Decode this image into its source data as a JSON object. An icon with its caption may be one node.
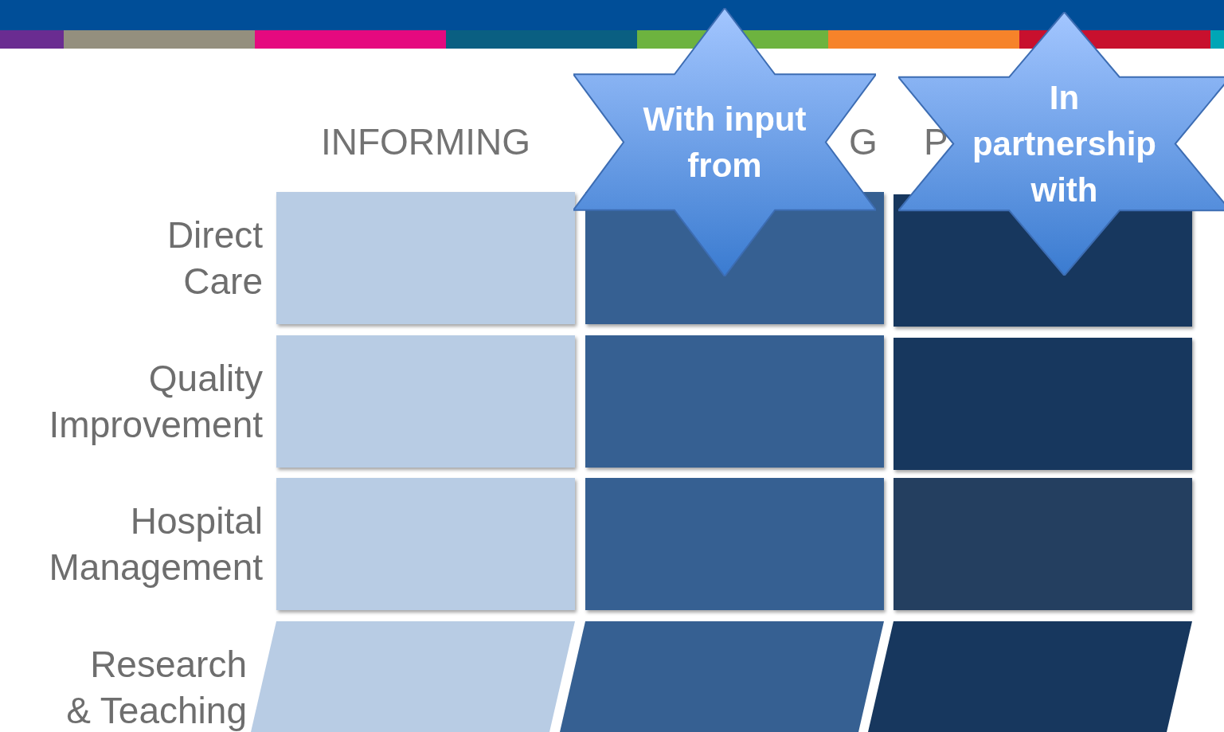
{
  "diagram": {
    "nodes": [
      {
        "text": [
          "With input from"
        ]
      },
      {
        "text": [
          "In partnership with"
        ]
      }
    ],
    "labels": [
      "INFORMING",
      "G",
      "P",
      "Direct Care",
      "Quality Improvement",
      "Hospital Management",
      "Research & Teaching"
    ]
  }
}
